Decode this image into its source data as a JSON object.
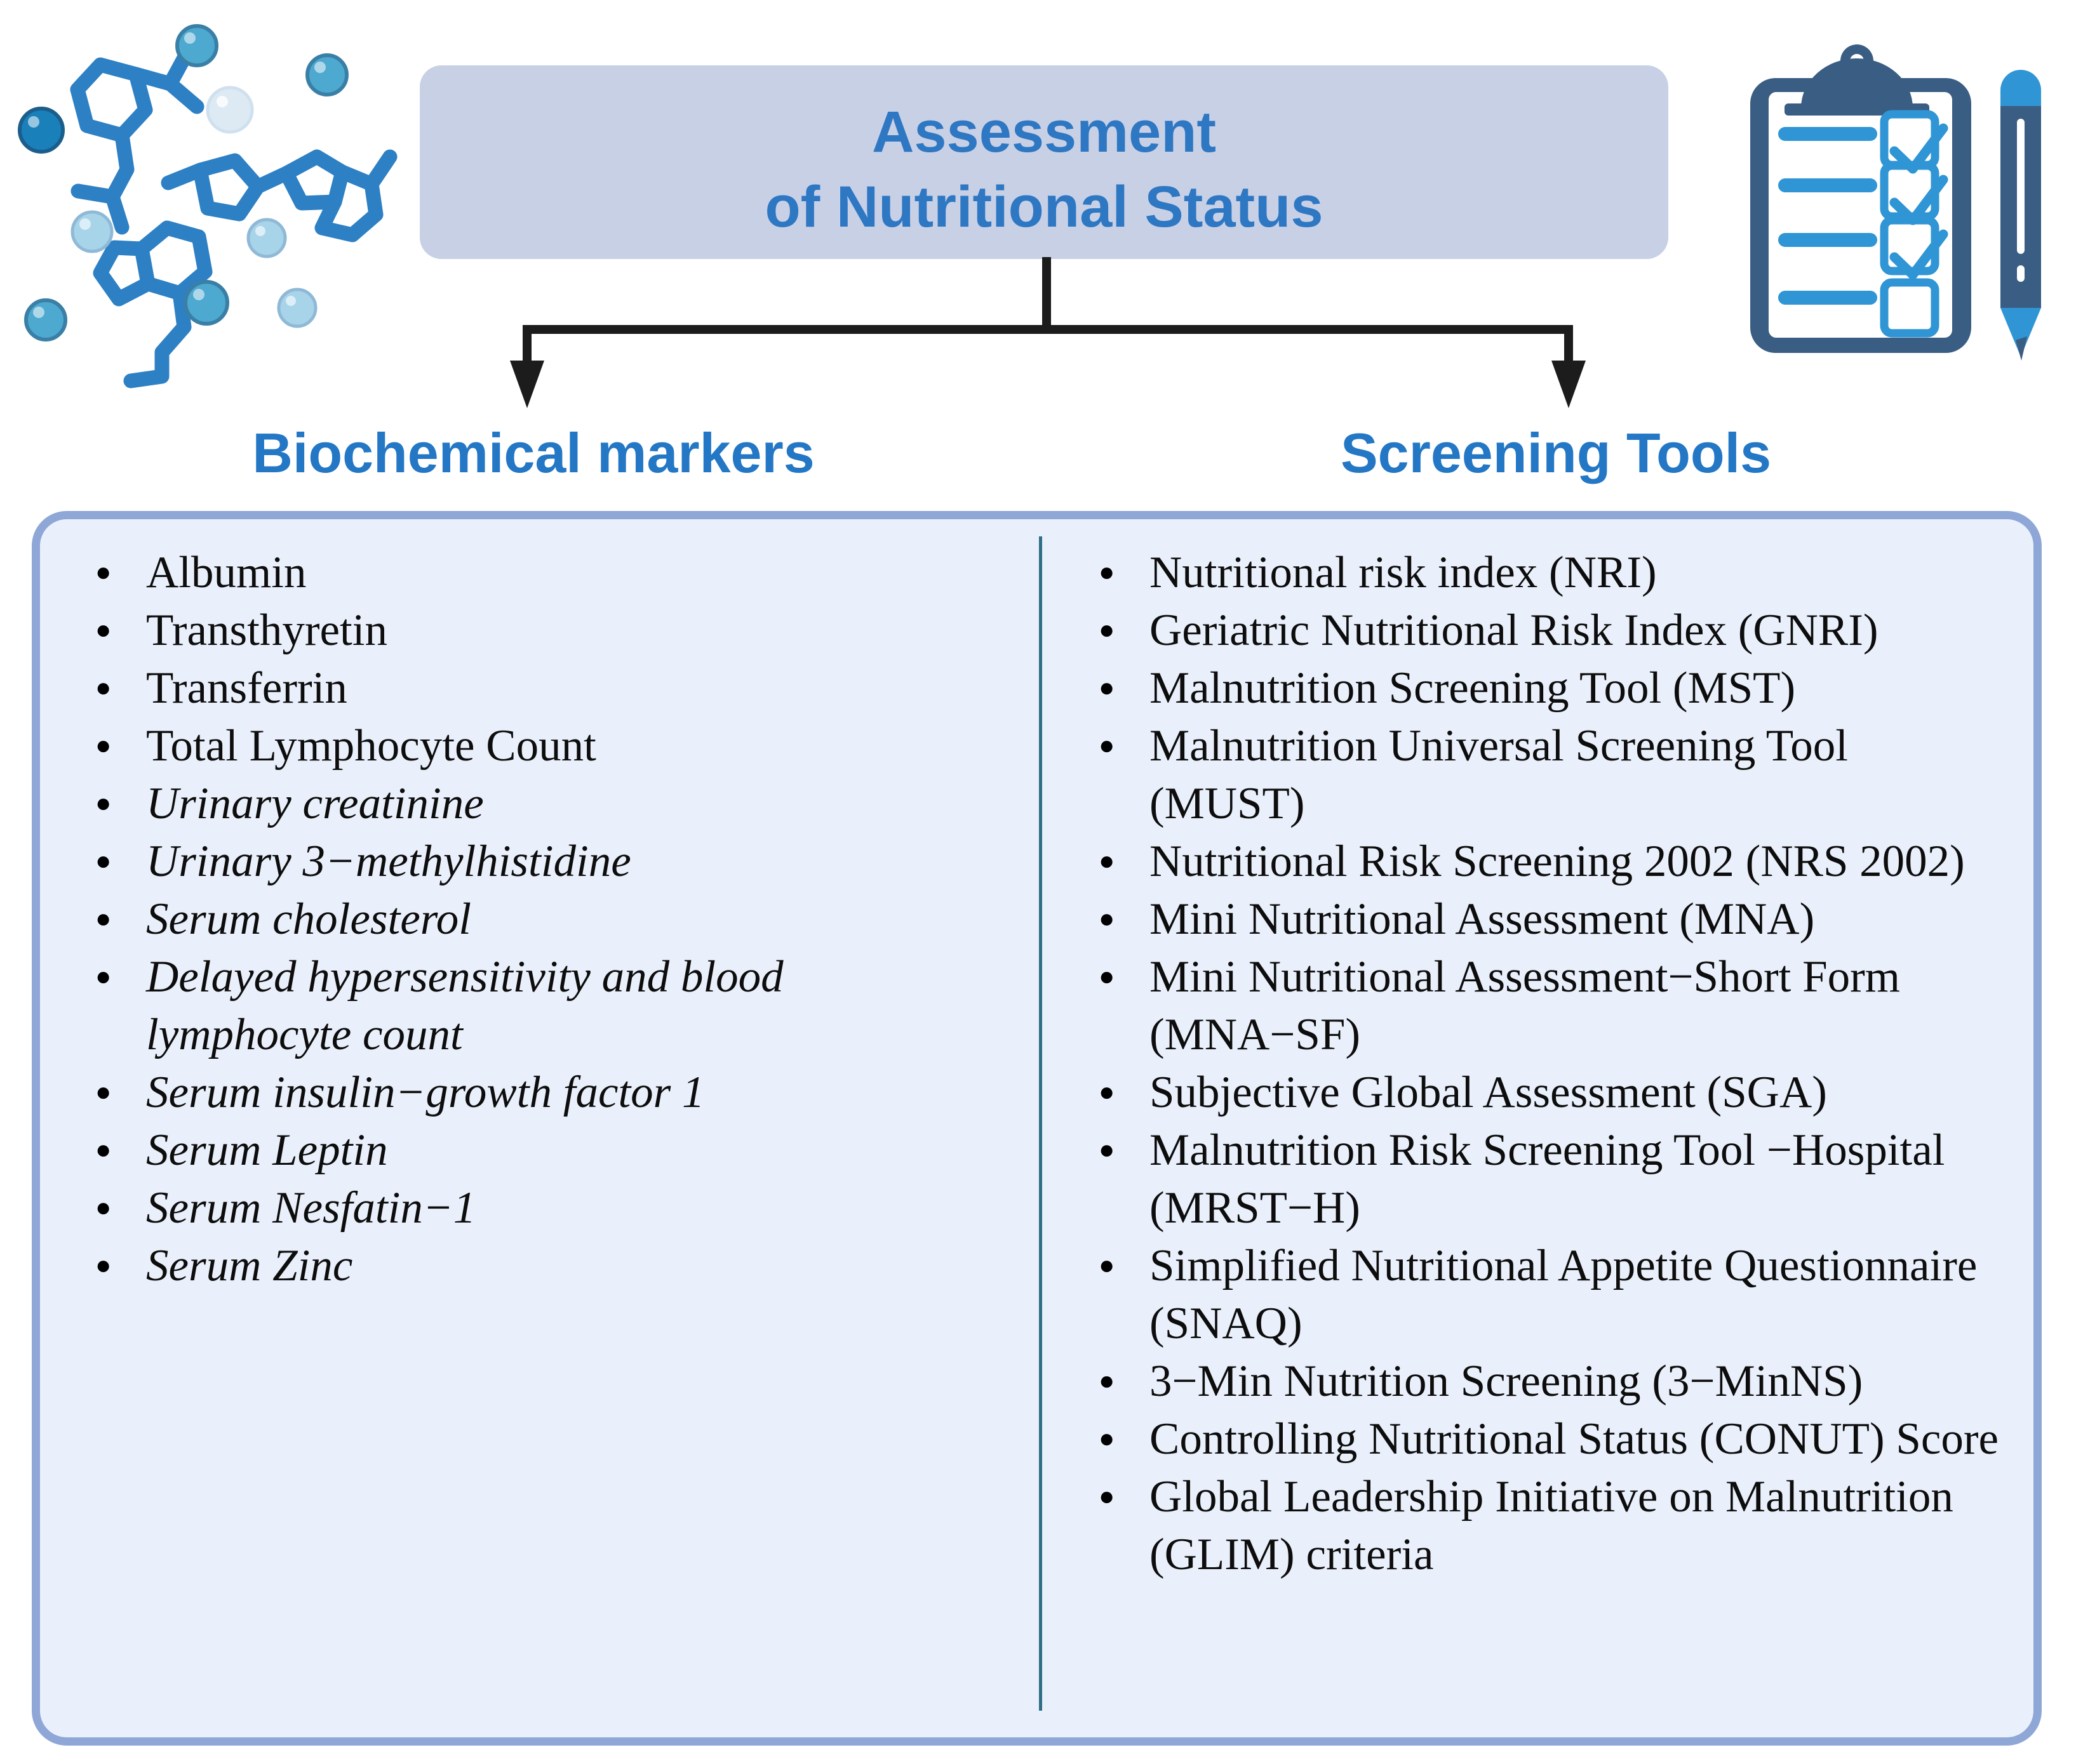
{
  "title": {
    "line1": "Assessment",
    "line2": "of Nutritional Status"
  },
  "columns": [
    {
      "header": "Biochemical markers",
      "items": [
        {
          "text": "Albumin",
          "italic": false
        },
        {
          "text": "Transthyretin",
          "italic": false
        },
        {
          "text": "Transferrin",
          "italic": false
        },
        {
          "text": "Total Lymphocyte Count",
          "italic": false
        },
        {
          "text": "Urinary creatinine",
          "italic": true
        },
        {
          "text": "Urinary 3−methylhistidine",
          "italic": true
        },
        {
          "text": "Serum cholesterol",
          "italic": true
        },
        {
          "text": "Delayed hypersensitivity and blood lymphocyte count",
          "italic": true
        },
        {
          "text": "Serum insulin−growth factor 1",
          "italic": true
        },
        {
          "text": "Serum Leptin",
          "italic": true
        },
        {
          "text": "Serum Nesfatin−1",
          "italic": true
        },
        {
          "text": "Serum Zinc",
          "italic": true
        }
      ]
    },
    {
      "header": "Screening Tools",
      "items": [
        {
          "text": "Nutritional risk index (NRI)",
          "italic": false
        },
        {
          "text": "Geriatric Nutritional Risk Index (GNRI)",
          "italic": false
        },
        {
          "text": "Malnutrition Screening Tool (MST)",
          "italic": false
        },
        {
          "text": "Malnutrition Universal Screening Tool (MUST)",
          "italic": false
        },
        {
          "text": "Nutritional Risk Screening 2002 (NRS 2002)",
          "italic": false
        },
        {
          "text": "Mini Nutritional Assessment (MNA)",
          "italic": false
        },
        {
          "text": "Mini Nutritional Assessment−Short Form (MNA−SF)",
          "italic": false
        },
        {
          "text": "Subjective Global Assessment (SGA)",
          "italic": false
        },
        {
          "text": "Malnutrition Risk Screening Tool −Hospital (MRST−H)",
          "italic": false
        },
        {
          "text": "Simplified Nutritional Appetite Questionnaire (SNAQ)",
          "italic": false
        },
        {
          "text": "3−Min Nutrition Screening (3−MinNS)",
          "italic": false
        },
        {
          "text": "Controlling Nutritional Status (CONUT) Score",
          "italic": false
        },
        {
          "text": "Global Leadership Initiative on Malnutrition (GLIM) criteria",
          "italic": false
        }
      ]
    }
  ],
  "icons": {
    "top_left": "molecules-illustration",
    "top_right": "clipboard-checklist-and-pen-icon"
  },
  "colors": {
    "title_text": "#2e77c3",
    "header_text": "#2377c5",
    "title_box_bg": "#c8d0e6",
    "panel_bg": "#eaf0fb",
    "panel_border": "#8ea7d6",
    "divider": "#2e6e87",
    "list_text": "#0d0d0d",
    "connector": "#1c1c1c",
    "molecule_blue": "#2e80c4",
    "icon_dark_blue": "#3a5d83",
    "icon_light_blue": "#2f95d5"
  }
}
